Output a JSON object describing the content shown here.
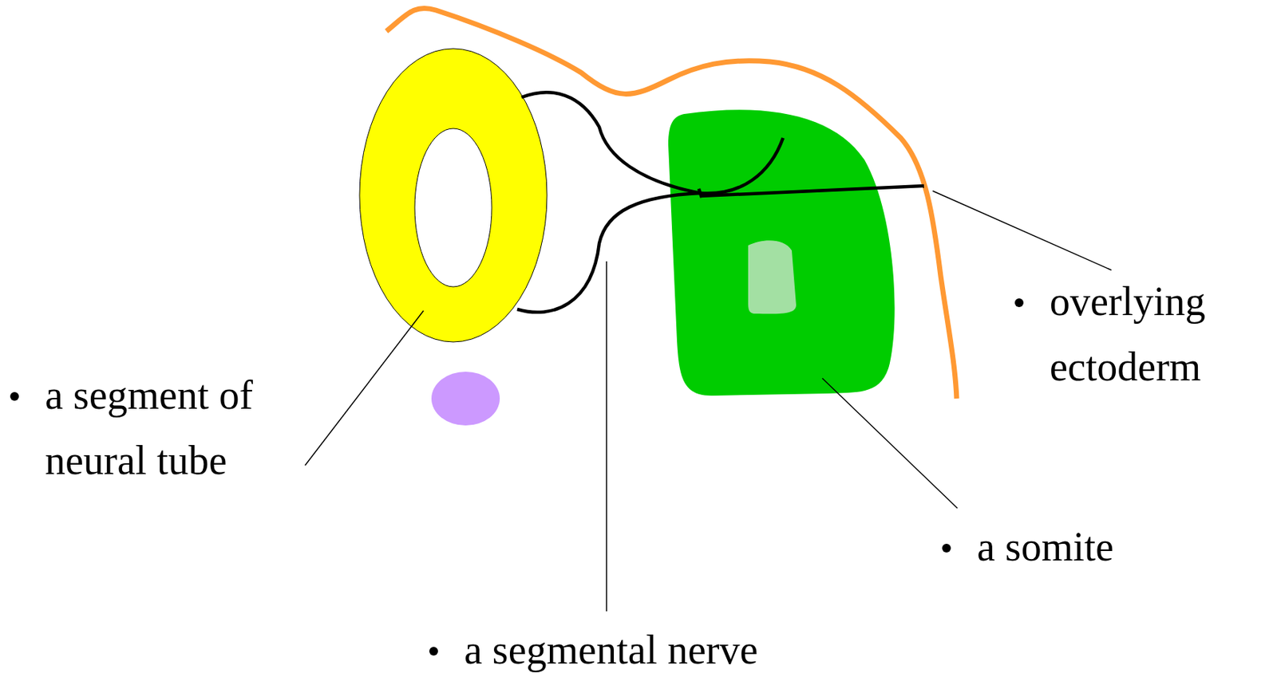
{
  "diagram": {
    "labels": [
      "overlying ectoderm",
      "a segment of neural tube",
      "a somite",
      "a segmental nerve"
    ]
  }
}
